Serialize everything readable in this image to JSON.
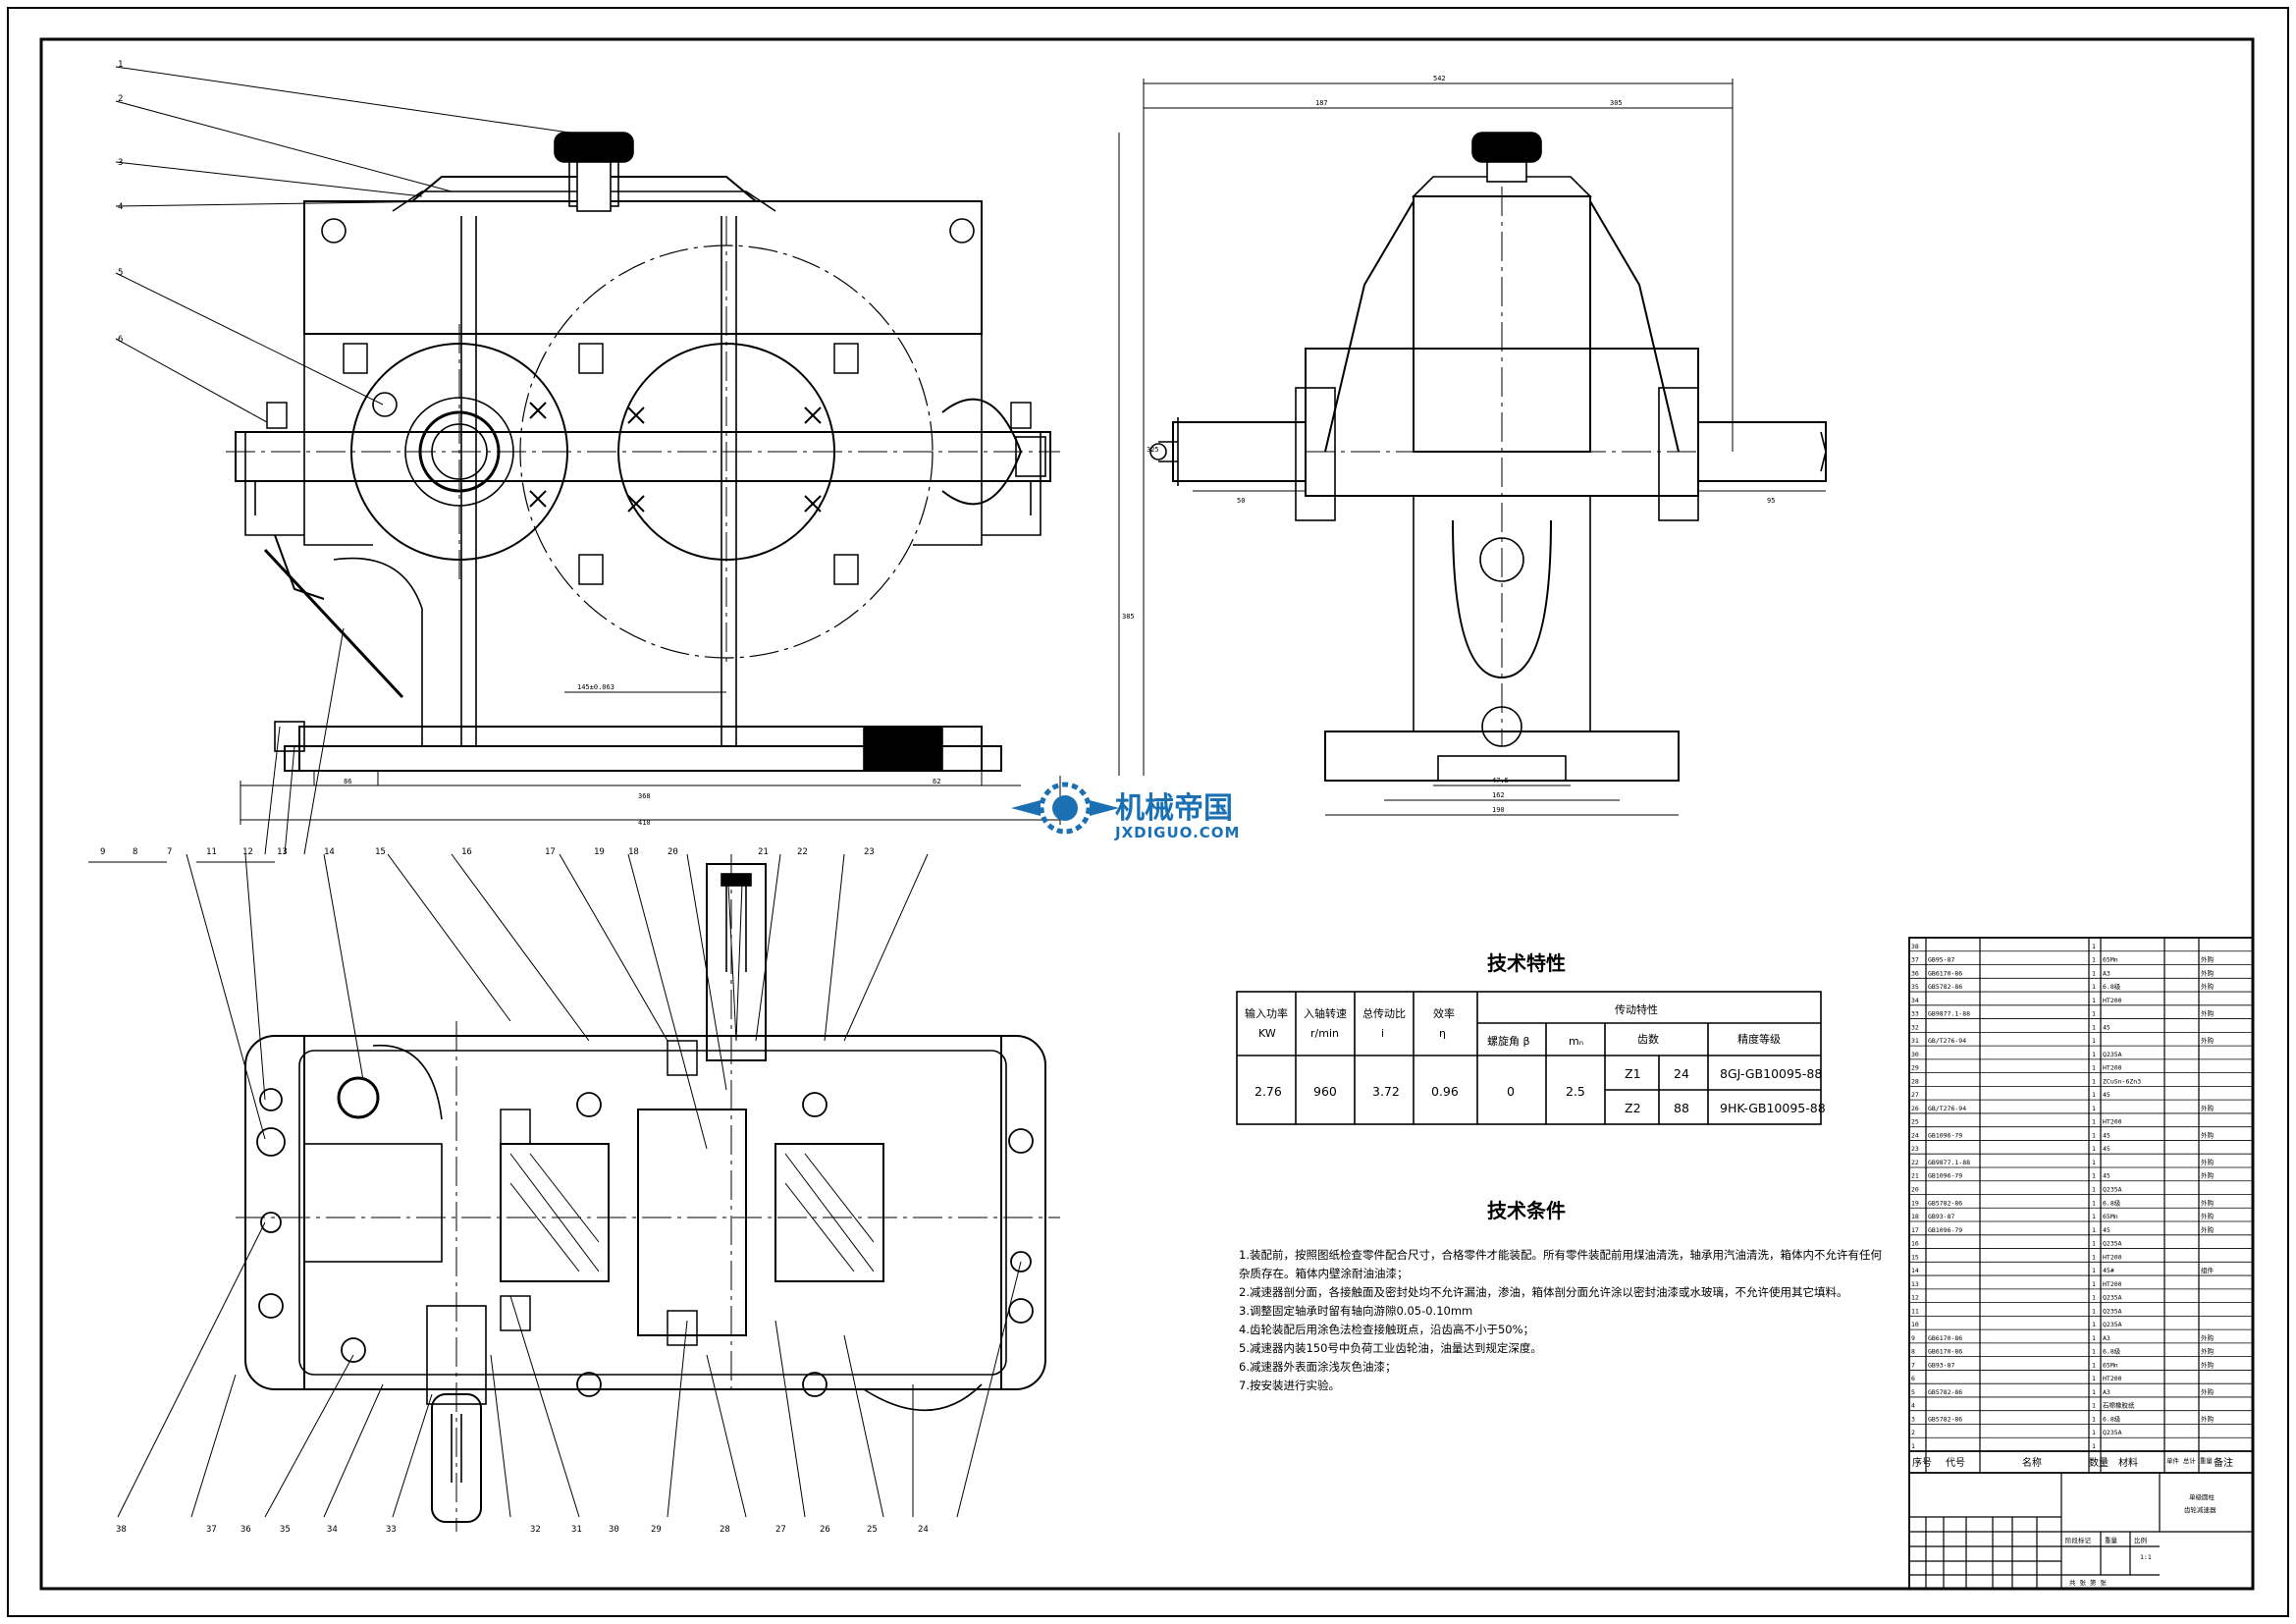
{
  "watermark": {
    "name_cn": "机械帝国",
    "domain": "JXDIGUO.COM",
    "color": "#1b6fb3"
  },
  "top_balloons": [
    "1",
    "2",
    "3",
    "4",
    "5",
    "6"
  ],
  "side_balloons": [
    "11",
    "12",
    "13"
  ],
  "plan_balloons_top": [
    "9",
    "8",
    "7",
    "11",
    "12",
    "13",
    "14",
    "15",
    "16",
    "17",
    "19",
    "18",
    "20",
    "21",
    "22",
    "23"
  ],
  "plan_balloons_bottom": [
    "38",
    "37",
    "36",
    "35",
    "34",
    "33",
    "32",
    "31",
    "30",
    "29",
    "28",
    "27",
    "26",
    "25",
    "24"
  ],
  "dimensions": {
    "front_inner": "145±0.063",
    "front_left": "86",
    "front_right": "62",
    "front_width": "368",
    "front_total": "410",
    "side_top": "542",
    "side_left_top": "187",
    "side_right_top": "305",
    "side_height": "325",
    "side_height2": "385",
    "side_shaft_l": "50",
    "side_shaft_r": "95",
    "side_base1": "47.5",
    "side_base2": "162",
    "side_base3": "190"
  },
  "tech_spec": {
    "title": "技术特性",
    "headers": [
      "输入功率\nKW",
      "入轴转速\nr/min",
      "总传动比\ni",
      "效率\nη",
      "传动特性"
    ],
    "sub_headers": [
      "螺旋角 β",
      "mₙ",
      "齿数",
      "精度等级"
    ],
    "values": [
      "2.76",
      "960",
      "3.72",
      "0.96",
      "0",
      "2.5"
    ],
    "rows": [
      {
        "gear": "Z1",
        "teeth": "24",
        "grade": "8GJ-GB10095-88"
      },
      {
        "gear": "Z2",
        "teeth": "88",
        "grade": "9HK-GB10095-88"
      }
    ]
  },
  "tech_conditions": {
    "title": "技术条件",
    "items": [
      "1.装配前，按照图纸检查零件配合尺寸，合格零件才能装配。所有零件装配前用煤油清洗，轴承用汽油清洗，箱体内不允许有任何",
      "杂质存在。箱体内壁涂耐油油漆；",
      "2.减速器剖分面，各接触面及密封处均不允许漏油，渗油，箱体剖分面允许涂以密封油漆或水玻璃，不允许使用其它填料。",
      "3.调整固定轴承时留有轴向游隙0.05-0.10mm",
      "4.齿轮装配后用涂色法检查接触斑点，沿齿高不小于50%；",
      "5.减速器内装150号中负荷工业齿轮油，油量达到规定深度。",
      "6.减速器外表面涂浅灰色油漆；",
      "7.按安装进行实验。"
    ]
  },
  "bom": {
    "header": [
      "序号",
      "代号",
      "名称",
      "数量",
      "材料",
      "单件 总计 重量",
      "备注"
    ],
    "rows": [
      [
        "38",
        "",
        "",
        "1",
        "",
        ""
      ],
      [
        "37",
        "GB95-87",
        "",
        "1",
        "65Mn",
        "外购"
      ],
      [
        "36",
        "GB6170-86",
        "",
        "1",
        "A3",
        "外购"
      ],
      [
        "35",
        "GB5782-86",
        "",
        "1",
        "6.8级",
        "外购"
      ],
      [
        "34",
        "",
        "",
        "1",
        "HT200",
        ""
      ],
      [
        "33",
        "GB9877.1-88",
        "",
        "1",
        "",
        "外购"
      ],
      [
        "32",
        "",
        "",
        "1",
        "45",
        ""
      ],
      [
        "31",
        "GB/T276-94",
        "",
        "1",
        "",
        "外购"
      ],
      [
        "30",
        "",
        "",
        "1",
        "Q235A",
        ""
      ],
      [
        "29",
        "",
        "",
        "1",
        "HT200",
        ""
      ],
      [
        "28",
        "",
        "",
        "1",
        "ZCuSn-6Zn3",
        ""
      ],
      [
        "27",
        "",
        "",
        "1",
        "45",
        ""
      ],
      [
        "26",
        "GB/T276-94",
        "",
        "1",
        "",
        "外购"
      ],
      [
        "25",
        "",
        "",
        "1",
        "HT200",
        ""
      ],
      [
        "24",
        "GB1096-79",
        "",
        "1",
        "45",
        "外购"
      ],
      [
        "23",
        "",
        "",
        "1",
        "45",
        ""
      ],
      [
        "22",
        "GB9877.1-88",
        "",
        "1",
        "",
        "外购"
      ],
      [
        "21",
        "GB1096-79",
        "",
        "1",
        "45",
        "外购"
      ],
      [
        "20",
        "",
        "",
        "1",
        "Q235A",
        ""
      ],
      [
        "19",
        "GB5782-86",
        "",
        "1",
        "6.8级",
        "外购"
      ],
      [
        "18",
        "GB93-87",
        "",
        "1",
        "65Mn",
        "外购"
      ],
      [
        "17",
        "GB1096-79",
        "",
        "1",
        "45",
        "外购"
      ],
      [
        "16",
        "",
        "",
        "1",
        "Q235A",
        ""
      ],
      [
        "15",
        "",
        "",
        "1",
        "HT200",
        ""
      ],
      [
        "14",
        "",
        "",
        "1",
        "45#",
        "组件"
      ],
      [
        "13",
        "",
        "",
        "1",
        "HT200",
        ""
      ],
      [
        "12",
        "",
        "",
        "1",
        "Q235A",
        ""
      ],
      [
        "11",
        "",
        "",
        "1",
        "Q235A",
        ""
      ],
      [
        "10",
        "",
        "",
        "1",
        "Q235A",
        ""
      ],
      [
        "9",
        "GB6170-86",
        "",
        "1",
        "A3",
        "外购"
      ],
      [
        "8",
        "GB6170-86",
        "",
        "1",
        "6.8级",
        "外购"
      ],
      [
        "7",
        "GB93-87",
        "",
        "1",
        "65Mn",
        "外购"
      ],
      [
        "6",
        "",
        "",
        "1",
        "HT200",
        ""
      ],
      [
        "5",
        "GB5782-86",
        "",
        "1",
        "A3",
        "外购"
      ],
      [
        "4",
        "",
        "",
        "1",
        "石棉橡胶纸",
        ""
      ],
      [
        "3",
        "GB5782-86",
        "",
        "1",
        "6.8级",
        "外购"
      ],
      [
        "2",
        "",
        "",
        "1",
        "Q235A",
        ""
      ],
      [
        "1",
        "",
        "",
        "1",
        "",
        ""
      ]
    ]
  },
  "title_block": {
    "name_line1": "单级圆柱",
    "name_line2": "齿轮减速器",
    "scale_label": "比例",
    "scale": "1:1",
    "weight_label": "重量",
    "stage_label": "阶段标记",
    "sheets": "共  张  第  张"
  }
}
